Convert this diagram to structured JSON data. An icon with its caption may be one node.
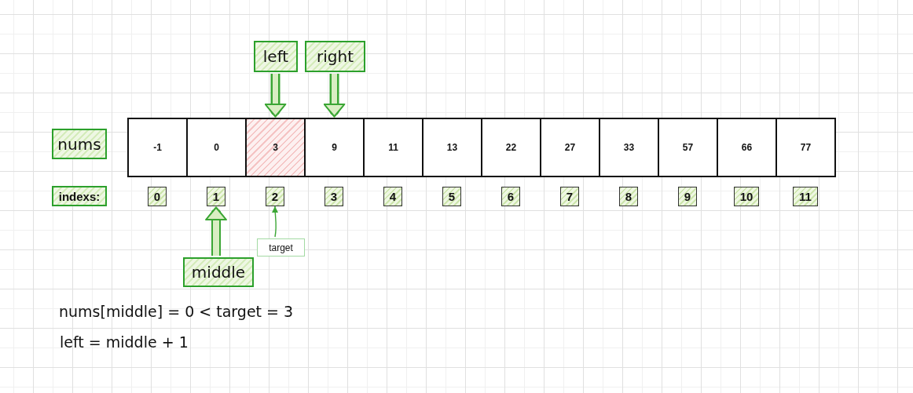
{
  "diagram": {
    "nodes": [
      {
        "text": [
          "left"
        ]
      },
      {
        "text": [
          "right"
        ]
      },
      {
        "text": [
          "nums"
        ]
      },
      {
        "text": [
          "-1"
        ]
      },
      {
        "text": [
          "0"
        ]
      },
      {
        "text": [
          "3"
        ]
      },
      {
        "text": [
          "9"
        ]
      },
      {
        "text": [
          "11"
        ]
      },
      {
        "text": [
          "13"
        ]
      },
      {
        "text": [
          "22"
        ]
      },
      {
        "text": [
          "27"
        ]
      },
      {
        "text": [
          "33"
        ]
      },
      {
        "text": [
          "57"
        ]
      },
      {
        "text": [
          "66"
        ]
      },
      {
        "text": [
          "77"
        ]
      },
      {
        "text": [
          "indexs:"
        ]
      },
      {
        "text": [
          "0"
        ]
      },
      {
        "text": [
          "1"
        ]
      },
      {
        "text": [
          "2"
        ]
      },
      {
        "text": [
          "3"
        ]
      },
      {
        "text": [
          "4"
        ]
      },
      {
        "text": [
          "5"
        ]
      },
      {
        "text": [
          "6"
        ]
      },
      {
        "text": [
          "7"
        ]
      },
      {
        "text": [
          "8"
        ]
      },
      {
        "text": [
          "9"
        ]
      },
      {
        "text": [
          "10"
        ]
      },
      {
        "text": [
          "11"
        ]
      },
      {
        "text": [
          "target"
        ]
      },
      {
        "text": [
          "middle"
        ]
      }
    ],
    "edges": [
      {
        "from": 0,
        "to": 5,
        "arrow": "to"
      },
      {
        "from": 1,
        "to": 6,
        "arrow": "to"
      },
      {
        "from": 29,
        "to": 17,
        "arrow": "to"
      },
      {
        "from": 28,
        "to": 18,
        "arrow": "to"
      }
    ],
    "labels": [
      "nums[middle] = 0 < target = 3",
      "left = middle + 1"
    ]
  }
}
